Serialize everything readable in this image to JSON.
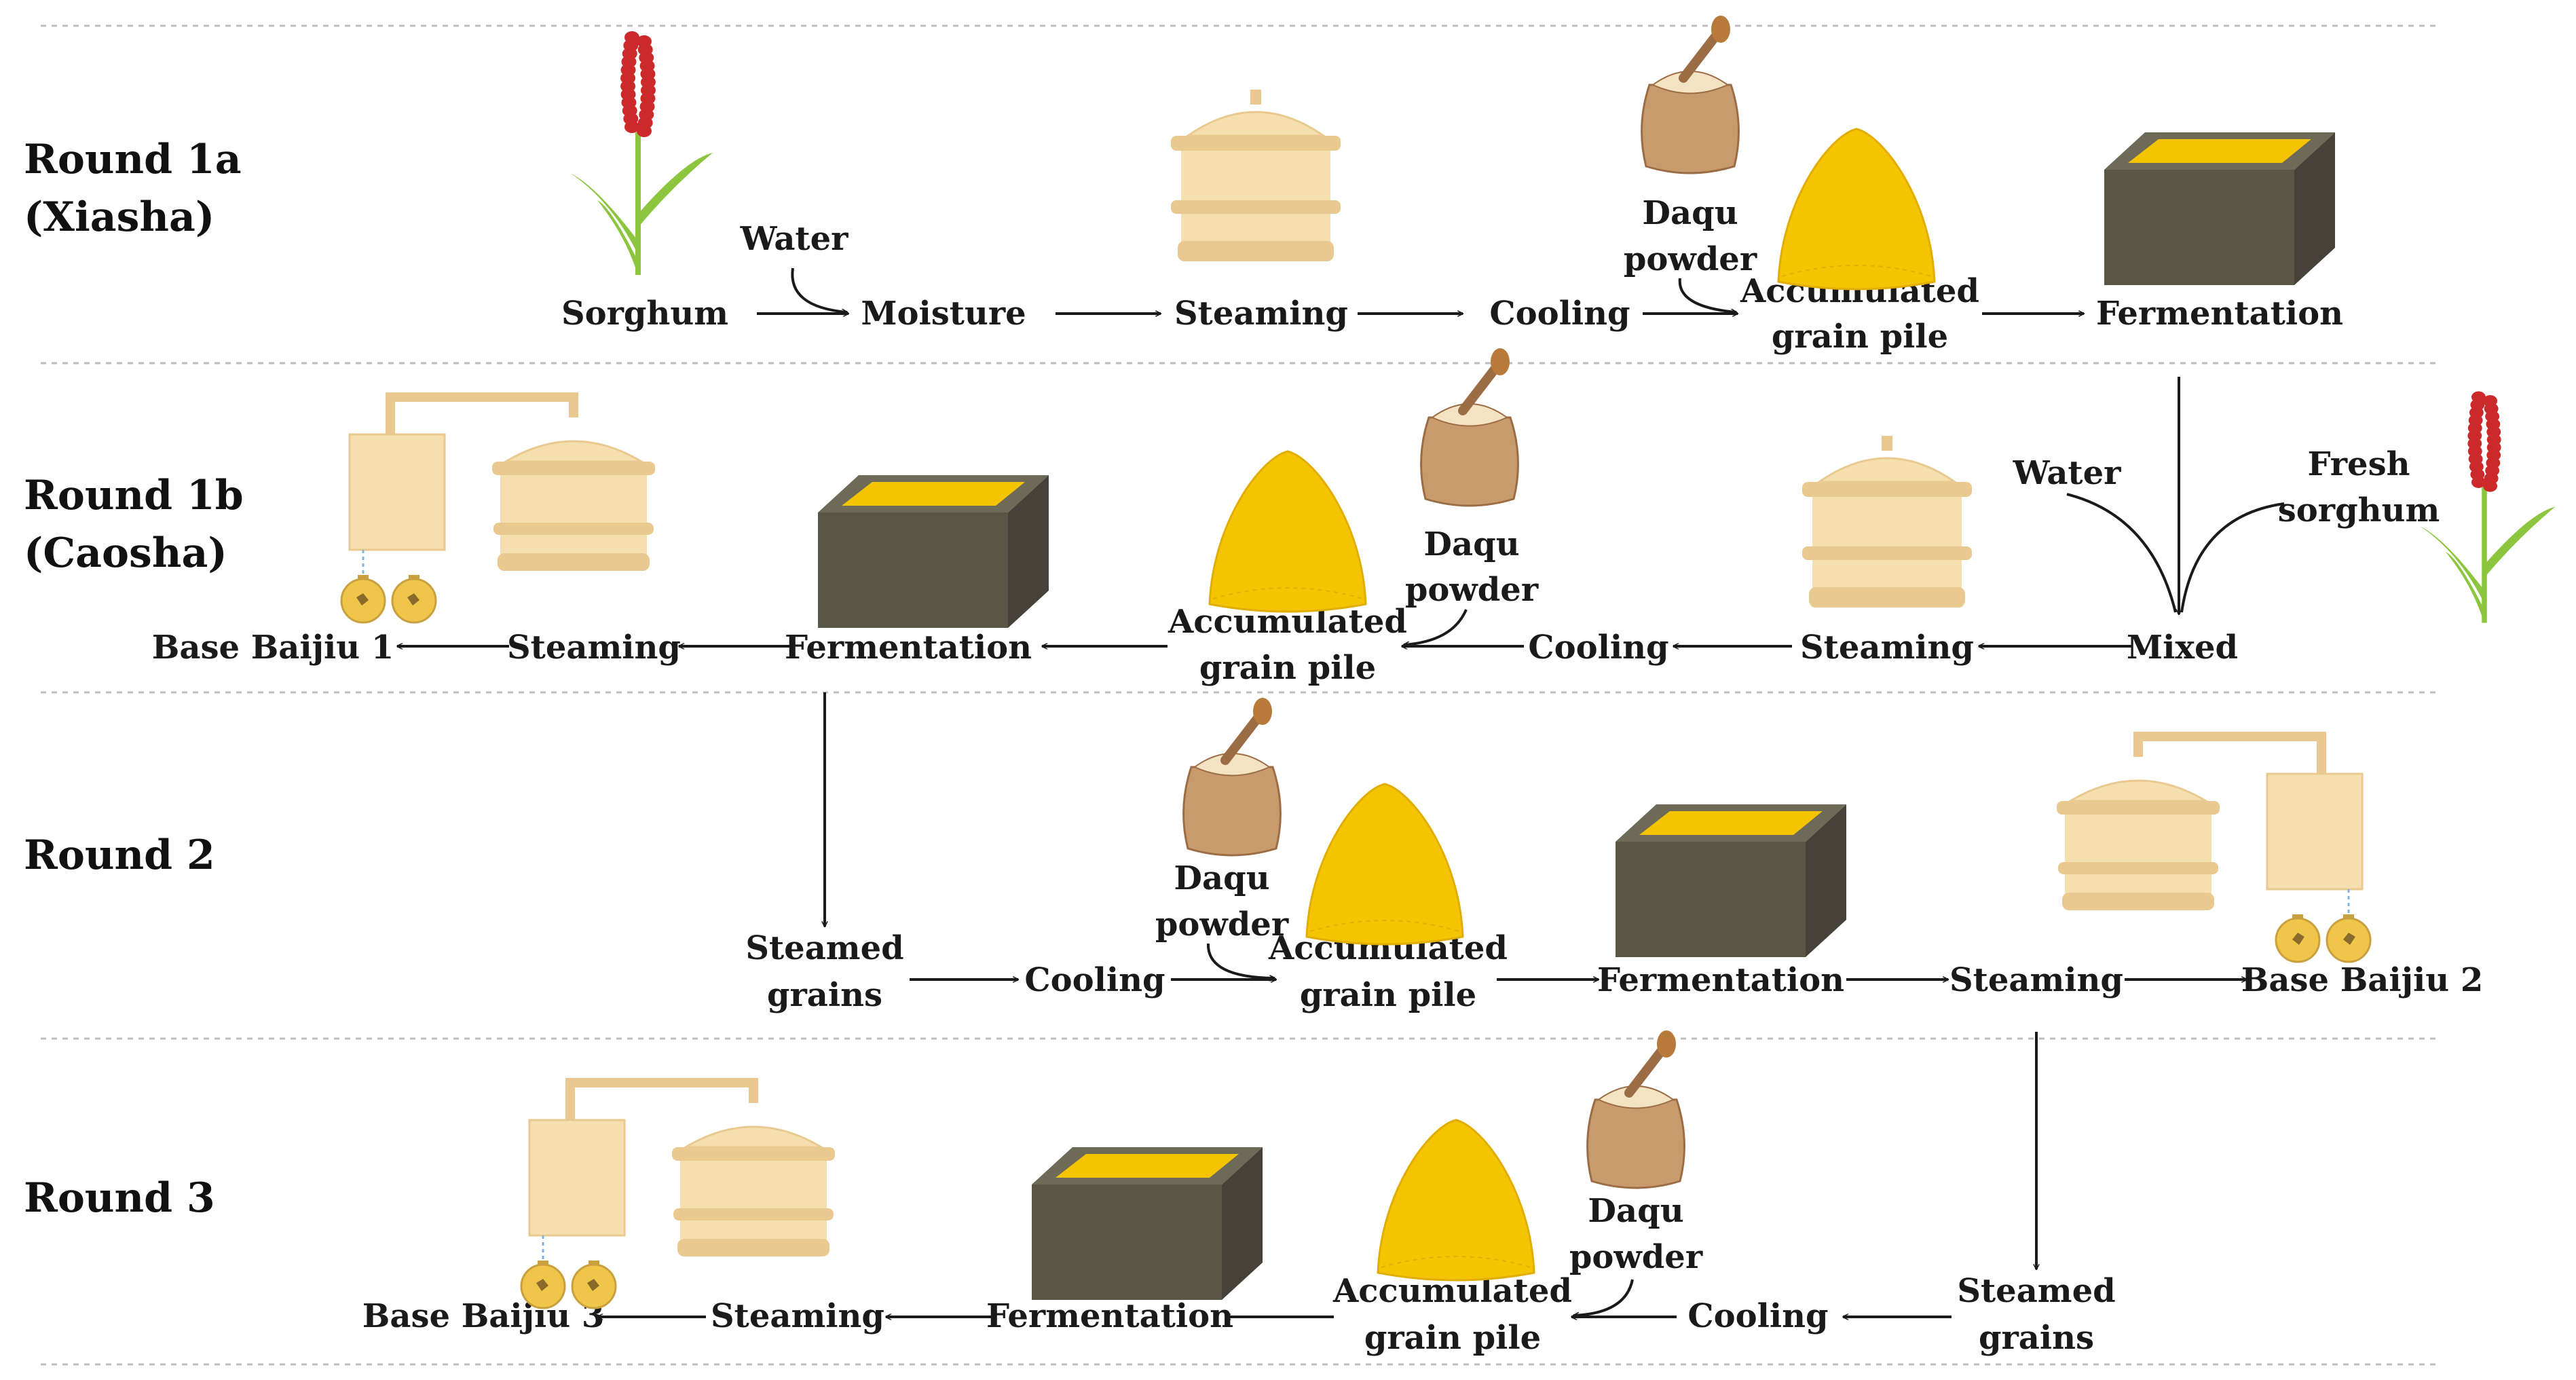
{
  "colors": {
    "grain": "#f5c400",
    "grain_edge": "#e0ad00",
    "box": "#5a5646",
    "box_dark": "#46423a",
    "box_light": "#6e6a58",
    "vessel": "#f6dfae",
    "vessel_shade": "#e9c98f",
    "sack": "#c99a6b",
    "sack_dark": "#9c6c45",
    "sack_top": "#f3e3c3",
    "sorghum_head": "#cc2a2a",
    "sorghum_leaf": "#8cc63f",
    "jar": "#efc54a",
    "text": "#1a1a1a"
  },
  "rounds": {
    "r1a": {
      "title": "Round 1a",
      "subtitle": "(Xiasha)"
    },
    "r1b": {
      "title": "Round 1b",
      "subtitle": "(Caosha)"
    },
    "r2": {
      "title": "Round 2"
    },
    "r3": {
      "title": "Round 3"
    }
  },
  "labels": {
    "r1a_sorghum": "Sorghum",
    "r1a_water": "Water",
    "r1a_moisture": "Moisture",
    "r1a_steaming": "Steaming",
    "r1a_cooling": "Cooling",
    "r1a_daqu_1": "Daqu",
    "r1a_daqu_2": "powder",
    "r1a_pile_1": "Accumulated",
    "r1a_pile_2": "grain pile",
    "r1a_fermentation": "Fermentation",
    "r1b_water": "Water",
    "r1b_fresh_1": "Fresh",
    "r1b_fresh_2": "sorghum",
    "r1b_mixed": "Mixed",
    "r1b_steaming_a": "Steaming",
    "r1b_cooling": "Cooling",
    "r1b_daqu_1": "Daqu",
    "r1b_daqu_2": "powder",
    "r1b_pile_1": "Accumulated",
    "r1b_pile_2": "grain pile",
    "r1b_fermentation": "Fermentation",
    "r1b_steaming_b": "Steaming",
    "r1b_base": "Base Baijiu 1",
    "r2_steamed_1": "Steamed",
    "r2_steamed_2": "grains",
    "r2_cooling": "Cooling",
    "r2_daqu_1": "Daqu",
    "r2_daqu_2": "powder",
    "r2_pile_1": "Accumulated",
    "r2_pile_2": "grain pile",
    "r2_fermentation": "Fermentation",
    "r2_steaming": "Steaming",
    "r2_base": "Base Baijiu 2",
    "r3_steamed_1": "Steamed",
    "r3_steamed_2": "grains",
    "r3_cooling": "Cooling",
    "r3_daqu_1": "Daqu",
    "r3_daqu_2": "powder",
    "r3_pile_1": "Accumulated",
    "r3_pile_2": "grain pile",
    "r3_fermentation": "Fermentation",
    "r3_steaming": "Steaming",
    "r3_base": "Base Baijiu 3"
  }
}
